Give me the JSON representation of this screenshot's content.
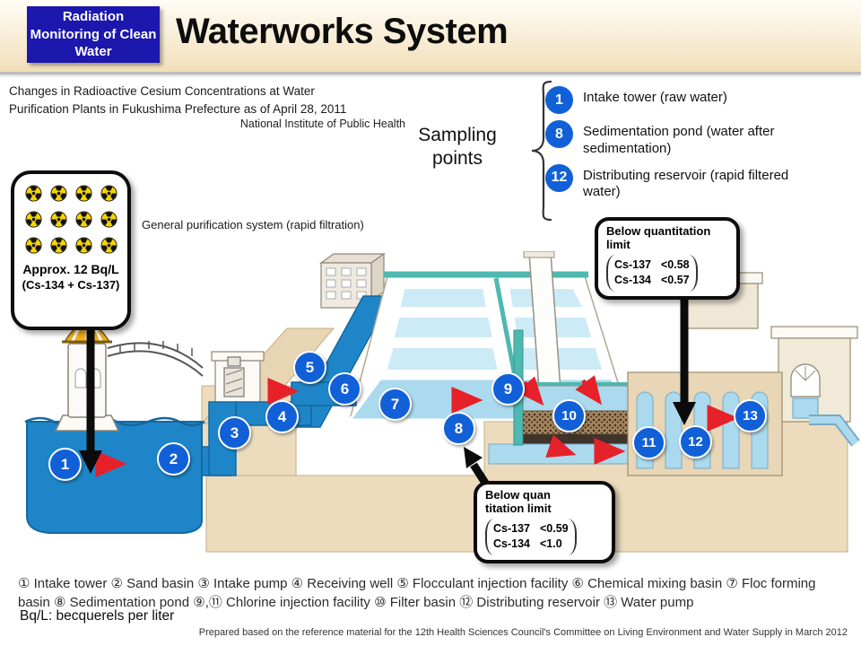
{
  "header": {
    "badge": "Radiation Monitoring of Clean Water",
    "title": "Waterworks System"
  },
  "subheader": {
    "line1": "Changes in Radioactive Cesium Concentrations at Water",
    "line2": "Purification Plants in Fukushima Prefecture as of April 28, 2011",
    "attribution": "National Institute of Public Health"
  },
  "sampling": {
    "label": "Sampling points",
    "items": [
      {
        "number": "1",
        "label": "Intake tower (raw water)"
      },
      {
        "number": "8",
        "label": "Sedimentation pond (water after sedimentation)"
      },
      {
        "number": "12",
        "label": "Distributing reservoir (rapid filtered water)"
      }
    ]
  },
  "raw_water_callout": {
    "radiation_icon_count": 12,
    "line1": "Approx. 12 Bq/L",
    "line2": "(Cs-134 + Cs-137)"
  },
  "diagram": {
    "caption": "General purification system (rapid filtration)",
    "markers": [
      "1",
      "2",
      "3",
      "4",
      "5",
      "6",
      "7",
      "8",
      "9",
      "10",
      "11",
      "12",
      "13"
    ]
  },
  "callout_distributing": {
    "title": "Below quantitation limit",
    "rows": [
      {
        "isotope": "Cs-137",
        "value": "<0.58"
      },
      {
        "isotope": "Cs-134",
        "value": "<0.57"
      }
    ]
  },
  "callout_sedimentation": {
    "title_line1": "Below quan",
    "title_line2": "titation limit",
    "rows": [
      {
        "isotope": "Cs-137",
        "value": "<0.59"
      },
      {
        "isotope": "Cs-134",
        "value": "<1.0"
      }
    ]
  },
  "legend": "① Intake tower ② Sand basin ③ Intake pump ④ Receiving well ⑤ Flocculant injection facility ⑥ Chemical mixing basin ⑦ Floc forming basin ⑧ Sedimentation pond ⑨,⑪ Chlorine injection facility ⑩ Filter basin ⑫ Distributing reservoir ⑬ Water pump",
  "footer": {
    "unit_note": "Bq/L: becquerels per liter",
    "source": "Prepared based on the reference material for the 12th Health Sciences Council's Committee on Living Environment and Water Supply in March 2012"
  },
  "colors": {
    "badge_blue": "#1c17ad",
    "marker_blue": "#1160d8",
    "water_blue": "#1e86c8",
    "light_water_blue": "#abdaee",
    "teal_rim": "#4fb8b0",
    "ground_tan": "#ecdcbd",
    "arrow_red": "#e62129",
    "radiation_yellow": "#f5d400",
    "header_cream": "#f2dfba"
  }
}
